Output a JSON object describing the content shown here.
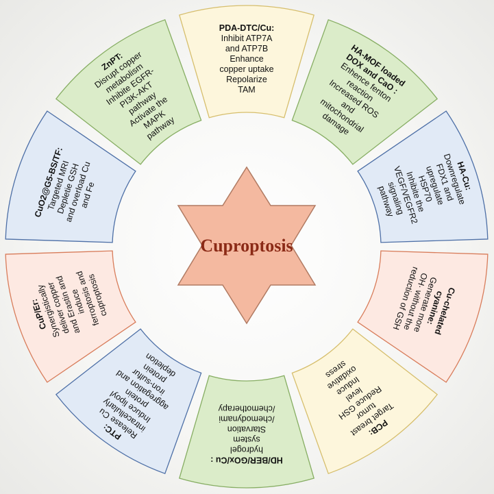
{
  "center": {
    "title": "Cuproptosis",
    "fill": "#f4b9a0",
    "stroke": "#b07a62",
    "text_color": "#8b2a16"
  },
  "petals": [
    {
      "id": "pda-dtc-cu",
      "title": "PDA-DTC/Cu:",
      "lines": [
        "Inhibit ATP7A",
        "and ATP7B",
        "Enhance",
        "copper uptake",
        "Repolarize",
        "TAM"
      ],
      "fill": "#fdf6dc",
      "stroke": "#d6be6c"
    },
    {
      "id": "ha-mof",
      "title": "HA-MOF loaded DOX and CaO :",
      "lines": [
        "Enhence fenton",
        "reaction",
        "Increased ROS",
        "and",
        "mitochondrial",
        "damage"
      ],
      "fill": "#dbecc9",
      "stroke": "#86ad62"
    },
    {
      "id": "ha-cu",
      "title": "HA-Cu:",
      "lines": [
        "Downregulate",
        "FDX1 and",
        "upregulate",
        "HSP70",
        "Inhibite the",
        "VEGF/VEGFR2",
        "signaling",
        "pathway"
      ],
      "fill": "#e1eaf6",
      "stroke": "#4d6fa6"
    },
    {
      "id": "cu-chelated",
      "title": "Cu-chelated cyanine:",
      "lines": [
        "Generate more",
        "OH· without the",
        "reduction of GSH"
      ],
      "fill": "#fde9e2",
      "stroke": "#d87c5a"
    },
    {
      "id": "pcb",
      "title": "PCB:",
      "lines": [
        "Target breast",
        "tumor",
        "Reduce GSH",
        "level",
        "Induce",
        "oxidative",
        "stress"
      ],
      "fill": "#fdf6dc",
      "stroke": "#d6be6c"
    },
    {
      "id": "hd-ber",
      "title": "HD/BER/GOx/Cu :",
      "lines": [
        "hydrogel",
        "system",
        "Starvation",
        "/chemodynami",
        "/chemotherapy"
      ],
      "fill": "#dbecc9",
      "stroke": "#86ad62"
    },
    {
      "id": "ptc",
      "title": "PTC:",
      "lines": [
        "Release Cu",
        "intracellularly",
        "Induce lipoyl",
        "protein",
        "aggregation and",
        "iron-sulfur",
        "protein",
        "depletion"
      ],
      "fill": "#e1eaf6",
      "stroke": "#4d6fa6"
    },
    {
      "id": "cup-er",
      "title": "CuP/Er:",
      "lines": [
        "Synergistically",
        "deliver copper",
        "and Erastin and",
        "induce",
        "ferroptosis and",
        "cuproptosis"
      ],
      "fill": "#fde9e2",
      "stroke": "#d87c5a"
    },
    {
      "id": "cuo2",
      "title": "CuO2@G5-BS/TF:",
      "lines": [
        "Targeted MRI",
        "Depletie GSH",
        "and overload Cu",
        "and Fe"
      ],
      "fill": "#e1eaf6",
      "stroke": "#4d6fa6"
    },
    {
      "id": "znpt",
      "title": "ZnPT:",
      "lines": [
        "Disrupt copper",
        "metabolism",
        "Inhibite EGFR-",
        "PI3K-AKT",
        "pathway",
        "Activate the",
        "MAPK",
        "pathway"
      ],
      "fill": "#dbecc9",
      "stroke": "#86ad62"
    }
  ]
}
